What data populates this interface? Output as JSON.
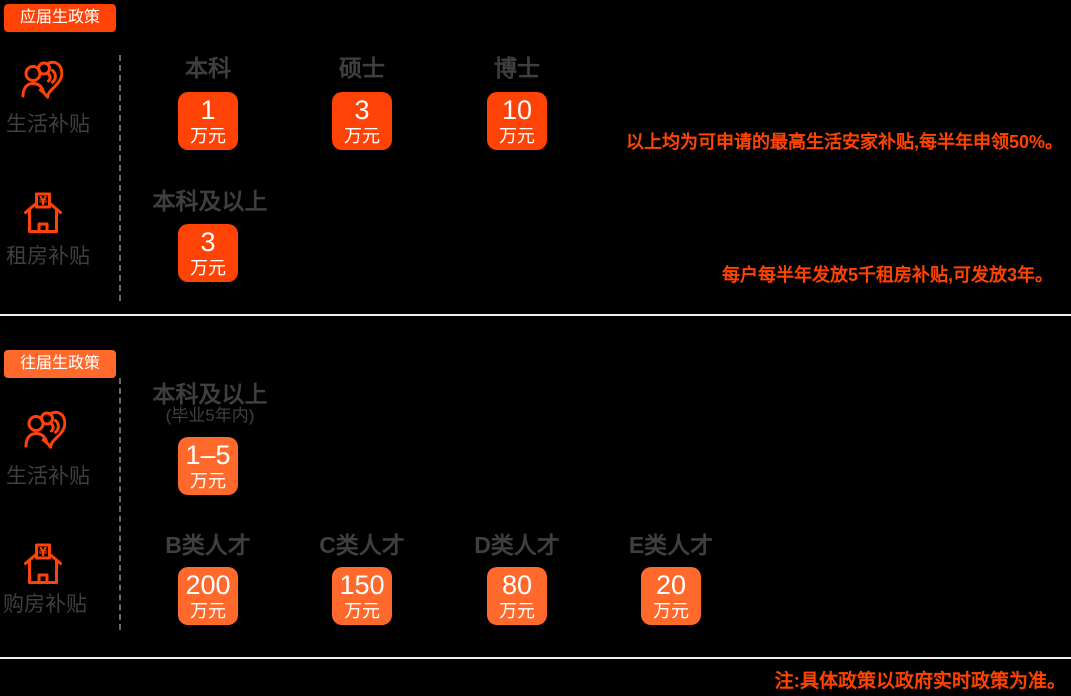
{
  "colors": {
    "background": "#000000",
    "accent_red": "#ff4205",
    "accent_orange": "#ff6a2c",
    "icon_red": "#ff420a",
    "note_text": "#ff4300",
    "label_text": "#3f3f42",
    "divider": "#f0f0f0"
  },
  "blocks": [
    {
      "badge": "应届生政策",
      "rows": [
        {
          "label": "生活补贴",
          "icon": "care-people-icon",
          "columns": [
            {
              "header": "本科",
              "value": "1",
              "unit": "万元"
            },
            {
              "header": "硕士",
              "value": "3",
              "unit": "万元"
            },
            {
              "header": "博士",
              "value": "10",
              "unit": "万元"
            }
          ],
          "note": "以上均为可申请的最高生活安家补贴,每半年申领50%。"
        },
        {
          "label": "租房补贴",
          "icon": "house-yuan-icon",
          "columns": [
            {
              "header": "本科及以上",
              "value": "3",
              "unit": "万元"
            }
          ],
          "note": "每户每半年发放5千租房补贴,可发放3年。"
        }
      ]
    },
    {
      "badge": "往届生政策",
      "rows": [
        {
          "label": "生活补贴",
          "icon": "care-people-icon",
          "columns": [
            {
              "header": "本科及以上",
              "subheader": "(毕业5年内)",
              "value": "1–5",
              "unit": "万元"
            }
          ]
        },
        {
          "label": "购房补贴",
          "icon": "house-yuan-icon",
          "columns": [
            {
              "header": "B类人才",
              "value": "200",
              "unit": "万元"
            },
            {
              "header": "C类人才",
              "value": "150",
              "unit": "万元"
            },
            {
              "header": "D类人才",
              "value": "80",
              "unit": "万元"
            },
            {
              "header": "E类人才",
              "value": "20",
              "unit": "万元"
            }
          ]
        }
      ]
    }
  ],
  "footnote": "注:具体政策以政府实时政策为准。"
}
